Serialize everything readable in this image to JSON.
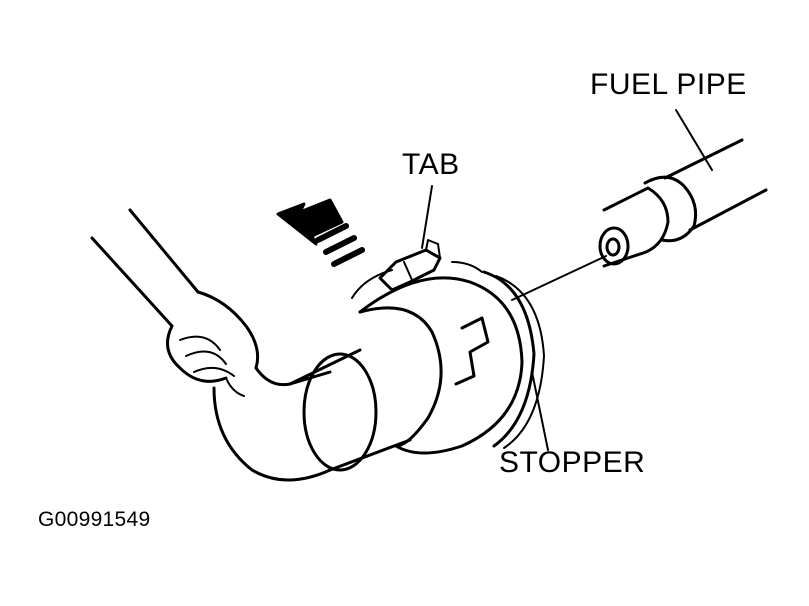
{
  "labels": {
    "fuel_pipe": "FUEL PIPE",
    "tab": "TAB",
    "stopper": "STOPPER",
    "figure_id": "G00991549"
  },
  "colors": {
    "ink": "#000000",
    "paper": "#ffffff"
  }
}
